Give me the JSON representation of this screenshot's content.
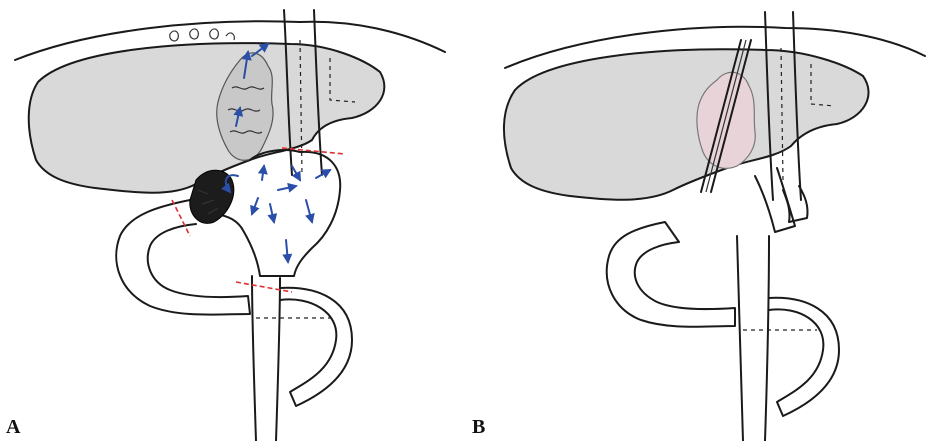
{
  "figure": {
    "panels": [
      {
        "label": "A",
        "description_key": "panel-a"
      },
      {
        "label": "B",
        "description_key": "panel-b"
      }
    ],
    "colors": {
      "liver_fill": "#d9d9d9",
      "ink": "#1a1a1a",
      "arrow": "#2b4fa8",
      "cut_line": "#e03030",
      "stent_tint": "#e8d4d8"
    }
  }
}
